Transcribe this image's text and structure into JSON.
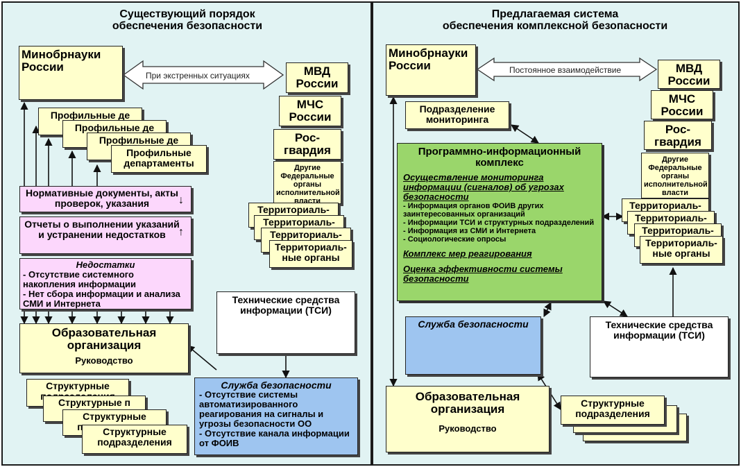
{
  "left": {
    "title_l1": "Существующий порядок",
    "title_l2": "обеспечения безопасности",
    "minobr": "Минобрнауки России",
    "arrow_label": "При экстренных ситуациях",
    "mvd": "МВД России",
    "mchs": "МЧС России",
    "rosgv": "Рос-гвардия",
    "other_foiv": "Другие Федеральные органы исполнительной власти",
    "territorial": [
      "Территориаль-",
      "Территориаль-",
      "Территориаль-",
      "Территориаль-ные органы"
    ],
    "profile": [
      "Профильные де",
      "Профильные де",
      "Профильные де",
      "Профильные департаменты"
    ],
    "norm_docs": "Нормативные документы, акты проверок, указания",
    "reports": "Отчеты о выполнении указаний и устранении недостатков",
    "shortcomings_title": "Недостатки",
    "shortcomings_1": "- Отсутствие системного накопления информации",
    "shortcomings_2": "- Нет сбора информации и анализа СМИ и Интернета",
    "tsi": "Технические средства информации (ТСИ)",
    "org_title": "Образовательная организация",
    "org_mgmt": "Руководство",
    "structural": [
      "Структурные подразделения",
      "Структурные п",
      "Структурные подразделения",
      "Структурные подразделения"
    ],
    "security_title": "Служба безопасности",
    "security_1": "- Отсутствие системы автоматизированного реагирования на сигналы и угрозы безопасности ОО",
    "security_2": "- Отсутствие канала информации от ФОИВ"
  },
  "right": {
    "title_l1": "Предлагаемая система",
    "title_l2": "обеспечения комплексной безопасности",
    "minobr": "Минобрнауки России",
    "arrow_label": "Постоянное взаимодействие",
    "mvd": "МВД России",
    "mchs": "МЧС России",
    "rosgv": "Рос-гвардия",
    "other_foiv": "Другие Федеральные органы исполнительной власти",
    "territorial": [
      "Территориаль-",
      "Территориаль-",
      "Территориаль-",
      "Территориаль-ные органы"
    ],
    "monitoring_unit": "Подразделение мониторинга",
    "pik_title": "Программно-информационный комплекс",
    "pik_h1": "Осуществление мониторинга информации (сигналов) об угрозах безопасности",
    "pik_items": [
      "- Информация органов ФОИВ других заинтересованных организаций",
      "- Информации ТСИ и структурных подразделений",
      "- Информация из СМИ и Интернета",
      "- Социологические опросы"
    ],
    "pik_h2": "Комплекс мер реагирования",
    "pik_h3": "Оценка эффективности системы безопасности",
    "security_title": "Служба безопасности",
    "tsi": "Технические средства информации (ТСИ)",
    "org_title": "Образовательная организация",
    "org_mgmt": "Руководство",
    "structural": "Структурные подразделения"
  },
  "colors": {
    "panel_bg": "#e1f3f3",
    "box_yellow": "#ffffcc",
    "box_pink": "#fcd7fc",
    "box_green": "#9ad66b",
    "box_blue": "#9ec5f0"
  }
}
